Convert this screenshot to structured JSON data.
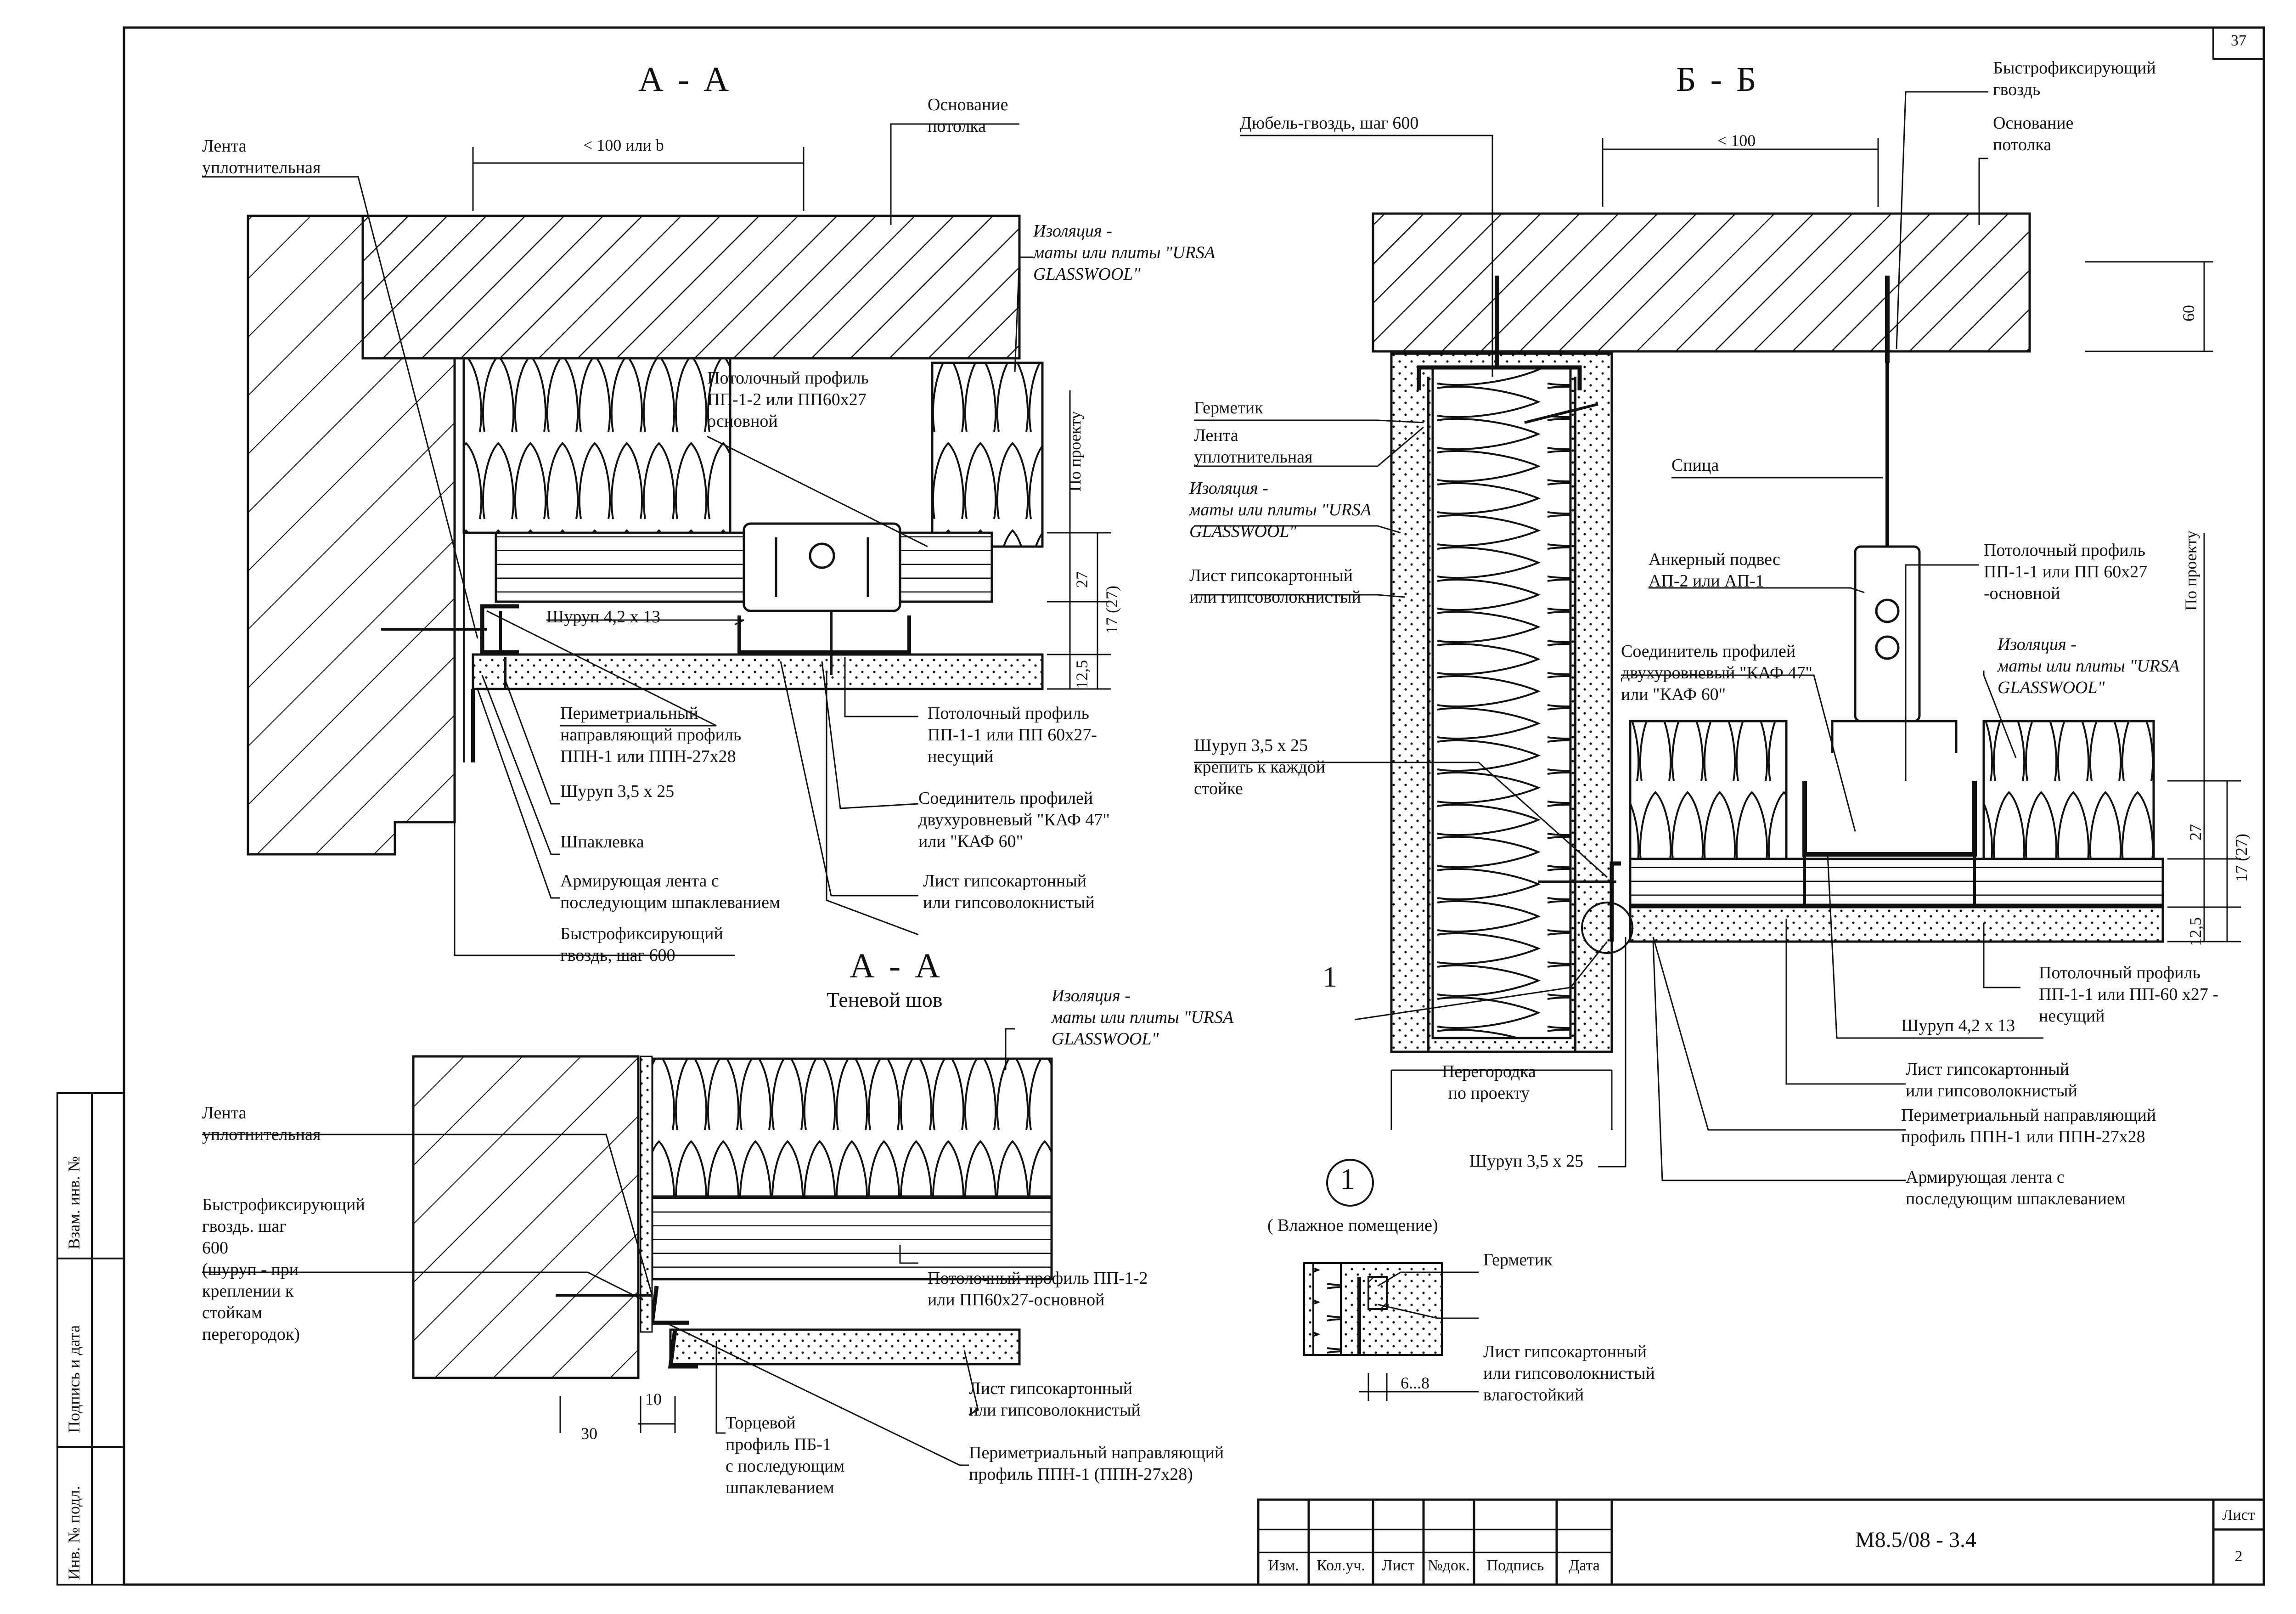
{
  "sheet_number": "37",
  "sections": {
    "aa_top": {
      "title": "А - А",
      "dim_width": "< 100 или b",
      "dim_side": "По проекту",
      "dim_27": "27",
      "dim_17": "17 (27)",
      "dim_125": "12,5",
      "labels": {
        "lenta": "Лента\nуплотнительная",
        "osnovanie": "Основание\nпотолка",
        "izolyaciya": "Изоляция -\nматы или плиты \"URSA\nGLASSWOOL\"",
        "profil_osnovnoi": "Потолочный профиль\nПП-1-2 или ПП60x27\nосновной",
        "shurup_42": "Шуруп 4,2 х 13",
        "perimetr": "Периметриальный\nнаправляющий профиль\nППН-1 или ППН-27x28",
        "shurup_35": "Шуруп 3,5 х 25",
        "shpaklevka": "Шпаклевка",
        "armir": "Армирующая лента с\nпоследующим шпаклеванием",
        "bystro": "Быстрофиксирующий\nгвоздь, шаг 600",
        "profil_nesushiy": "Потолочный профиль\nПП-1-1 или ПП 60x27-\nнесущий",
        "soedinitel": "Соединитель профилей\nдвухуровневый \"КАФ 47\"\nили \"КАФ 60\"",
        "list": "Лист гипсокартонный\nили гипсоволокнистый"
      }
    },
    "aa_shadow": {
      "title": "А - А",
      "subtitle": "Теневой шов",
      "dim_30": "30",
      "dim_10": "10",
      "labels": {
        "izolyaciya": "Изоляция -\nматы или плиты \"URSA\nGLASSWOOL\"",
        "lenta": "Лента\nуплотнительная",
        "bystro": "Быстрофиксирующий\nгвоздь. шаг\n600\n(шуруп - при\nкреплении к\nстойкам\nперегородок)",
        "profil": "Потолочный профиль ПП-1-2\nили ПП60x27-основной",
        "list": "Лист гипсокартонный\nили гипсоволокнистый",
        "torcevoy": "Торцевой\nпрофиль ПБ-1\nс последующим\nшпаклеванием",
        "perimetr": "Периметриальный направляющий\nпрофиль ППН-1 (ППН-27x28)"
      }
    },
    "bb": {
      "title": "Б - Б",
      "dim_width": "< 100",
      "dim_60": "60",
      "dim_side": "По проекту",
      "dim_27": "27",
      "dim_17": "17 (27)",
      "dim_125": "12,5",
      "node_marker": "1",
      "labels": {
        "dyubel": "Дюбель-гвоздь, шаг 600",
        "bystro": "Быстрофиксирующий\nгвоздь",
        "osnovanie": "Основание\nпотолка",
        "germetik": "Герметик",
        "lenta": "Лента\nуплотнительная",
        "izolyaciya_left": "Изоляция -\nматы или плиты \"URSA\nGLASSWOOL\"",
        "list_left": "Лист гипсокартонный\nили гипсоволокнистый",
        "spica": "Спица",
        "anker": "Анкерный подвес\nАП-2 или АП-1",
        "profil_osnovnoi": "Потолочный профиль\nПП-1-1 или ПП 60x27\n-основной",
        "soedinitel": "Соединитель профилей\nдвухуровневый \"КАФ 47\"\nили \"КАФ 60\"",
        "izolyaciya_right": "Изоляция -\nматы или плиты \"URSA\nGLASSWOOL\"",
        "shurup_35_stoika": "Шуруп 3,5 х 25\nкрепить к каждой\nстойке",
        "peregorodka": "Перегородка\nпо проекту",
        "profil_nesushiy": "Потолочный профиль\nПП-1-1 или ПП-60 x27 -\nнесущий",
        "shurup_42": "Шуруп 4,2 х 13",
        "list_right": "Лист гипсокартонный\nили гипсоволокнистый",
        "perimetr": "Периметриальный направляющий\nпрофиль ППН-1 или ППН-27x28",
        "shurup_35": "Шуруп 3,5 х 25",
        "armir": "Армирующая лента с\nпоследующим шпаклеванием"
      }
    },
    "node1": {
      "number": "1",
      "caption": "( Влажное помещение)",
      "dim": "6...8",
      "labels": {
        "germetik": "Герметик",
        "list": "Лист гипсокартонный\nили гипсоволокнистый\nвлагостойкий"
      }
    }
  },
  "side_stamp": {
    "vzam": "Взам. инв. №",
    "podpis": "Подпись и дата",
    "inv": "Инв. № подл."
  },
  "title_block": {
    "columns": [
      "Изм.",
      "Кол.уч.",
      "Лист",
      "№док.",
      "Подпись",
      "Дата"
    ],
    "code": "М8.5/08 - 3.4",
    "sheet_label": "Лист",
    "sheet_value": "2"
  }
}
